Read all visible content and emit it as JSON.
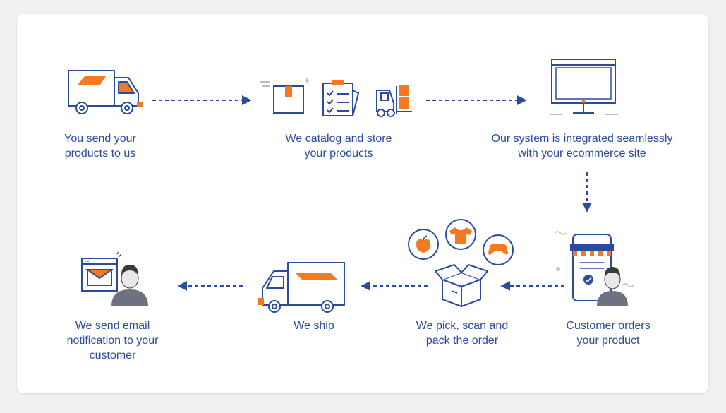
{
  "steps": [
    {
      "id": "send",
      "label": "You send your\nproducts to us"
    },
    {
      "id": "catalog",
      "label": "We catalog and store\nyour products"
    },
    {
      "id": "integrate",
      "label": "Our system is integrated seamlessly\nwith your ecommerce site"
    },
    {
      "id": "order",
      "label": "Customer orders\nyour product"
    },
    {
      "id": "pick",
      "label": "We pick, scan and\npack the order"
    },
    {
      "id": "ship",
      "label": "We ship"
    },
    {
      "id": "notify",
      "label": "We send email\nnotification to your\ncustomer"
    }
  ],
  "colors": {
    "blue": "#2b4aa0",
    "orange": "#f47a20",
    "grey": "#b7bcc6",
    "skin": "#e8e8ea",
    "hair": "#3b3b3b"
  },
  "icons": [
    "truck-icon",
    "box-icon",
    "clipboard-icon",
    "forklift-icon",
    "monitor-icon",
    "smartphone-store-icon",
    "customer-avatar-icon",
    "apple-icon",
    "tshirt-icon",
    "gamepad-icon",
    "open-box-icon",
    "delivery-truck-icon",
    "email-window-icon",
    "person-avatar-icon"
  ]
}
